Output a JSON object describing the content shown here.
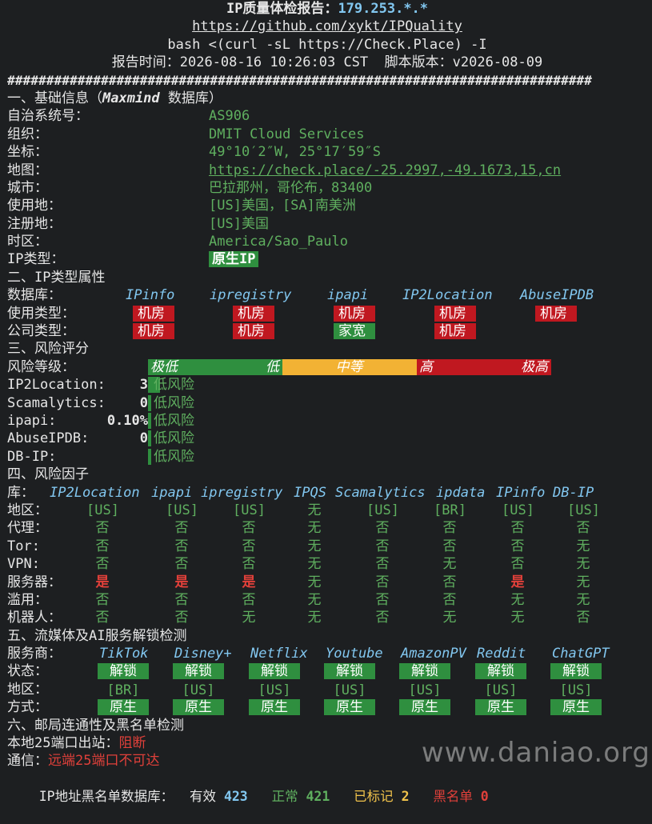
{
  "header": {
    "title_prefix": "IP质量体检报告：",
    "title_ip": "179.253.*.*",
    "repo_url": "https://github.com/xykt/IPQuality",
    "command": "bash <(curl -sL https://Check.Place) -I",
    "report_time_label": "报告时间：",
    "report_time": "2026-08-16 10:26:03 CST",
    "version_label": "脚本版本：",
    "version": "v2026-08-09",
    "separator": "###########################################################################"
  },
  "basic": {
    "heading": "一、基础信息（",
    "heading_source": "Maxmind",
    "heading_suffix": " 数据库）",
    "rows": [
      {
        "label": "自治系统号：",
        "value": "AS906",
        "style": "green"
      },
      {
        "label": "组织：",
        "value": "DMIT Cloud Services",
        "style": "green"
      },
      {
        "label": "坐标：",
        "value": "49°10′2″W, 25°17′59″S",
        "style": "green"
      },
      {
        "label": "地图：",
        "value": "https://check.place/-25.2997,-49.1673,15,cn",
        "style": "green u"
      },
      {
        "label": "城市：",
        "value": "巴拉那州，哥伦布，83400",
        "style": "green"
      },
      {
        "label": "使用地：",
        "value": "[US]美国，[SA]南美洲",
        "style": "green"
      },
      {
        "label": "注册地：",
        "value": "[US]美国",
        "style": "green"
      },
      {
        "label": "时区：",
        "value": "America/Sao_Paulo",
        "style": "green"
      }
    ],
    "ip_type_label": "IP类型：",
    "ip_type_value": "原生IP"
  },
  "ip_type": {
    "heading": "二、IP类型属性",
    "db_label": "数据库：",
    "dbs": [
      "IPinfo",
      "ipregistry",
      "ipapi",
      "IP2Location",
      "AbuseIPDB"
    ],
    "usage_label": "使用类型：",
    "usage": [
      {
        "text": "机房",
        "color": "red"
      },
      {
        "text": "机房",
        "color": "red"
      },
      {
        "text": "机房",
        "color": "red"
      },
      {
        "text": "机房",
        "color": "red"
      },
      {
        "text": "机房",
        "color": "red"
      }
    ],
    "company_label": "公司类型：",
    "company": [
      {
        "text": "机房",
        "color": "red"
      },
      {
        "text": "机房",
        "color": "red"
      },
      {
        "text": "家宽",
        "color": "green"
      },
      {
        "text": "机房",
        "color": "red"
      }
    ]
  },
  "risk": {
    "heading": "三、风险评分",
    "level_label": "风险等级：",
    "levels": [
      {
        "a": "极低",
        "b": "低",
        "color": "green"
      },
      {
        "a": "中等",
        "b": "",
        "color": "yellow"
      },
      {
        "a": "高",
        "b": "极高",
        "color": "red"
      }
    ],
    "scores": [
      {
        "label": "IP2Location:",
        "value": "3",
        "fill": 0.03,
        "desc": "低风险"
      },
      {
        "label": "Scamalytics:",
        "value": "0",
        "fill": 0.0,
        "desc": "低风险"
      },
      {
        "label": "ipapi:",
        "value": "0.10%",
        "fill": 0.001,
        "desc": "低风险"
      },
      {
        "label": "AbuseIPDB:",
        "value": "0",
        "fill": 0.0,
        "desc": "低风险"
      },
      {
        "label": "DB-IP:",
        "value": "",
        "fill": 0.0,
        "desc": "低风险"
      }
    ]
  },
  "factors": {
    "heading": "四、风险因子",
    "lib_label": "库：",
    "columns": [
      "IP2Location",
      "ipapi",
      "ipregistry",
      "IPQS",
      "Scamalytics",
      "ipdata",
      "IPinfo",
      "DB-IP"
    ],
    "rows": [
      {
        "label": "地区：",
        "cells": [
          [
            "[US]",
            "green"
          ],
          [
            "[US]",
            "green"
          ],
          [
            "[US]",
            "green"
          ],
          [
            "无",
            "green"
          ],
          [
            "[US]",
            "green"
          ],
          [
            "[BR]",
            "green"
          ],
          [
            "[US]",
            "green"
          ],
          [
            "[US]",
            "green"
          ]
        ]
      },
      {
        "label": "代理：",
        "cells": [
          [
            "否",
            "green"
          ],
          [
            "否",
            "green"
          ],
          [
            "否",
            "green"
          ],
          [
            "无",
            "green"
          ],
          [
            "否",
            "green"
          ],
          [
            "否",
            "green"
          ],
          [
            "否",
            "green"
          ],
          [
            "否",
            "green"
          ]
        ]
      },
      {
        "label": "Tor:",
        "cells": [
          [
            "否",
            "green"
          ],
          [
            "否",
            "green"
          ],
          [
            "否",
            "green"
          ],
          [
            "无",
            "green"
          ],
          [
            "否",
            "green"
          ],
          [
            "否",
            "green"
          ],
          [
            "否",
            "green"
          ],
          [
            "无",
            "green"
          ]
        ]
      },
      {
        "label": "VPN:",
        "cells": [
          [
            "否",
            "green"
          ],
          [
            "否",
            "green"
          ],
          [
            "否",
            "green"
          ],
          [
            "无",
            "green"
          ],
          [
            "否",
            "green"
          ],
          [
            "无",
            "green"
          ],
          [
            "否",
            "green"
          ],
          [
            "无",
            "green"
          ]
        ]
      },
      {
        "label": "服务器：",
        "cells": [
          [
            "是",
            "red"
          ],
          [
            "是",
            "red"
          ],
          [
            "是",
            "red"
          ],
          [
            "无",
            "green"
          ],
          [
            "否",
            "green"
          ],
          [
            "否",
            "green"
          ],
          [
            "是",
            "red"
          ],
          [
            "无",
            "green"
          ]
        ]
      },
      {
        "label": "滥用：",
        "cells": [
          [
            "否",
            "green"
          ],
          [
            "否",
            "green"
          ],
          [
            "否",
            "green"
          ],
          [
            "无",
            "green"
          ],
          [
            "否",
            "green"
          ],
          [
            "否",
            "green"
          ],
          [
            "无",
            "green"
          ],
          [
            "无",
            "green"
          ]
        ]
      },
      {
        "label": "机器人：",
        "cells": [
          [
            "否",
            "green"
          ],
          [
            "否",
            "green"
          ],
          [
            "无",
            "green"
          ],
          [
            "无",
            "green"
          ],
          [
            "否",
            "green"
          ],
          [
            "无",
            "green"
          ],
          [
            "无",
            "green"
          ],
          [
            "否",
            "green"
          ]
        ]
      }
    ]
  },
  "media": {
    "heading": "五、流媒体及AI服务解锁检测",
    "service_label": "服务商：",
    "services": [
      "TikTok",
      "Disney+",
      "Netflix",
      "Youtube",
      "AmazonPV",
      "Reddit",
      "ChatGPT"
    ],
    "status_label": "状态：",
    "status": [
      "解锁",
      "解锁",
      "解锁",
      "解锁",
      "解锁",
      "解锁",
      "解锁"
    ],
    "region_label": "地区：",
    "region": [
      "[BR]",
      "[US]",
      "[US]",
      "[US]",
      "[US]",
      "[US]",
      "[US]"
    ],
    "method_label": "方式：",
    "method": [
      "原生",
      "原生",
      "原生",
      "原生",
      "原生",
      "原生",
      "原生"
    ]
  },
  "mail": {
    "heading": "六、邮局连通性及黑名单检测",
    "port_label": "本地25端口出站：",
    "port_value": "阻断",
    "comm_label": "通信：",
    "comm_value": "远端25端口不可达",
    "blacklist_label": "IP地址黑名单数据库：",
    "valid_label": "有效",
    "valid_value": "423",
    "normal_label": "正常",
    "normal_value": "421",
    "marked_label": "已标记",
    "marked_value": "2",
    "black_label": "黑名单",
    "black_value": "0"
  },
  "watermark": "www.daniao.org"
}
